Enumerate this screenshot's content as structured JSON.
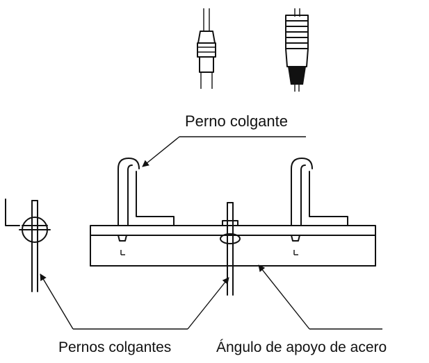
{
  "labels": {
    "hanger_bolt": "Perno colgante",
    "hanger_bolts": "Pernos colgantes",
    "steel_angle": "Ángulo de apoyo de acero"
  },
  "colors": {
    "line": "#111111",
    "background": "#ffffff"
  }
}
